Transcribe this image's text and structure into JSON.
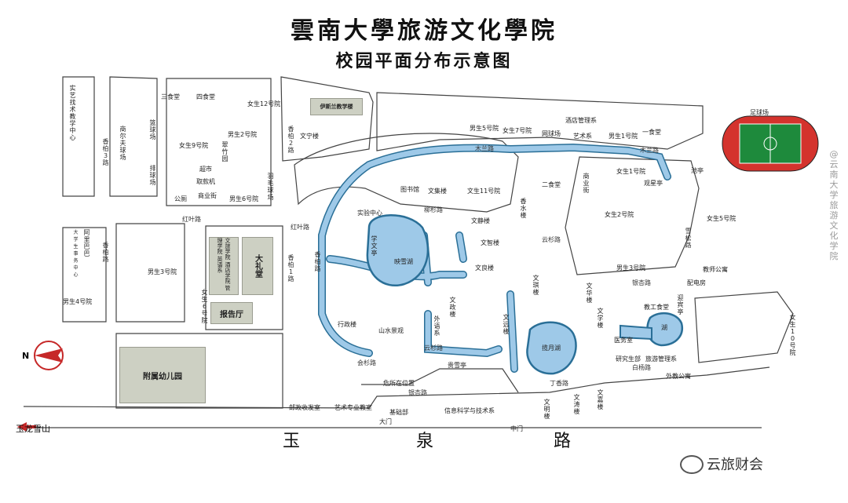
{
  "title": "雲南大學旅游文化學院",
  "subtitle": "校园平面分布示意图",
  "colors": {
    "water": "#9ec9e8",
    "water_edge": "#2a6f97",
    "building": "#cdd0c3",
    "marker": "#c62828",
    "field_green": "#1e8a3c",
    "track_red": "#d4332d"
  },
  "icons": {
    "north": "north-arrow-icon",
    "marker": "red-dot-marker",
    "west_arrow": "arrow-left-icon"
  },
  "north_label": "N",
  "direction_sign": "玉龙雪山",
  "main_road": [
    "玉",
    "泉",
    "路"
  ],
  "gates": {
    "main": "大门",
    "middle": "中门"
  },
  "watermark": "云旅财会",
  "side_watermark": "@云南大学旅游文化学院",
  "blocks": {
    "auditorium": "大礼堂",
    "lecture_hall": "报告厅",
    "kindergarten": "附属幼儿园",
    "islamic": "伊斯兰教学楼",
    "academies": "文旅学院 酒店学院 管理学院 英语系"
  },
  "lakes": {
    "yingxue": "映雪湖",
    "fuyue": "揽月湖",
    "small": "湖"
  },
  "labels": {
    "arts_center": "实艺找术教学中心",
    "shang_building": "商尔夫球场",
    "canteen3": "三食堂",
    "canteen4": "四食堂",
    "female12": "女生12号院",
    "basketball": "篮球场",
    "volleyball": "排球场",
    "female9": "女生9号院",
    "supermarket": "超市",
    "express": "取款机",
    "commercial": "商业街",
    "apartment": "公厕",
    "male2": "男生2号院",
    "male6": "男生6号院",
    "badminton": "羽毛球场",
    "wending": "文宁楼",
    "cuiyuan": "翠竹园",
    "library": "图书馆",
    "wenji": "文集楼",
    "wen11": "文生11号院",
    "lab": "实验中心",
    "xuewen": "学文亭",
    "wenjing": "文静楼",
    "wenzhi": "文智楼",
    "wenliang": "文良楼",
    "admin": "行政楼",
    "shanshui": "山水景观",
    "shengwen": "文政楼",
    "waiyu": "外语系",
    "wenyuan": "文远楼",
    "guest": "贵雪亭",
    "xiangshui": "香水楼",
    "canteen2": "二食堂",
    "canteen1": "一食堂",
    "commerce": "商业街",
    "male1": "男生1号院",
    "female1": "女生1号院",
    "female2": "女生2号院",
    "female3": "男生3号院",
    "female5": "女生5号院",
    "male5": "男生5号院",
    "male7": "女生7号院",
    "hotel": "酒店管理系",
    "art": "艺术系",
    "tennis": "网球场",
    "teacher_apt": "教师公寓",
    "power": "配电房",
    "staff_canteen": "教工食堂",
    "welcome": "迎宾亭",
    "female10": "女生10号院",
    "foreign_apt": "外教公寓",
    "wenqi": "文琪楼",
    "wenhua": "文华楼",
    "wenxue": "文学楼",
    "lvyou": "旅游管理系",
    "yanjiu": "研究生部",
    "yimin": "医务室",
    "foundation": "基础部",
    "infosci": "信息科学与技术系",
    "arttrain": "艺术专业教室",
    "postoffice": "邮政收发室",
    "dormnew": "危所在位置",
    "sports": "足球场",
    "male4": "男生4号院",
    "female6": "女生6号院",
    "male3": "男生3号院",
    "alibaba": "阿里巴巴",
    "university_center": "大学生事务中心",
    "red_road": "红叶路",
    "wenming": "文明楼",
    "wenchuang": "文涛楼",
    "wenjia": "文嘉楼",
    "guanxing": "观星亭",
    "chichi": "池亭"
  },
  "roads": {
    "r1": "木兰路",
    "r2": "木兰路",
    "r3": "香柏路",
    "r4": "红叶路",
    "r5": "香柏路",
    "r6": "柳杉路",
    "r7": "云杉路",
    "r8": "白杨路",
    "r9": "银杏路",
    "r10": "云杉路",
    "r11": "银杏路",
    "r12": "雪松路",
    "r13": "丁香路",
    "r14": "香柏3路",
    "r15": "香柏2路",
    "r16": "香柏1路",
    "r17": "会杉路"
  }
}
